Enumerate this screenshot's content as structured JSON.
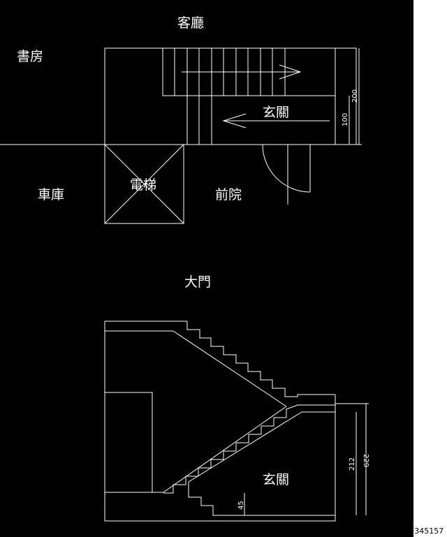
{
  "colors": {
    "background": "#000000",
    "lines": "#ffffff",
    "margin": "#ffffff"
  },
  "plan": {
    "living_room": "客廳",
    "study": "書房",
    "foyer": "玄關",
    "elevator": "電梯",
    "garage": "車庫",
    "front_yard": "前院",
    "dim_200": "200",
    "dim_100": "100"
  },
  "section": {
    "main_door": "大門",
    "foyer": "玄關",
    "dim_212": "212",
    "dim_229": "229",
    "dim_45": "45"
  },
  "watermark": "#345157"
}
